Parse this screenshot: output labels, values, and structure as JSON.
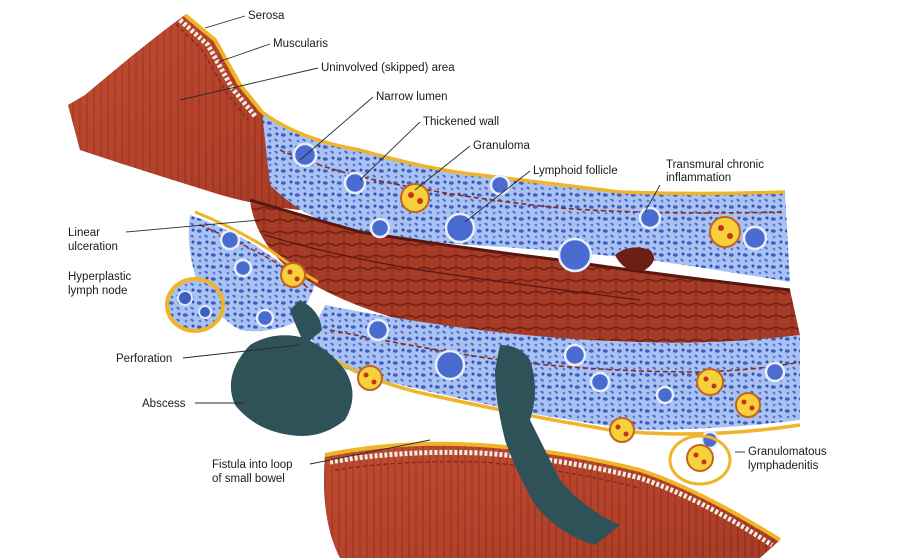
{
  "diagram": {
    "labels": {
      "serosa": "Serosa",
      "muscularis": "Muscularis",
      "uninvolved": "Uninvolved (skipped) area",
      "narrow_lumen": "Narrow lumen",
      "thickened_wall": "Thickened wall",
      "granuloma": "Granuloma",
      "lymphoid_follicle": "Lymphoid follicle",
      "transmural_1": "Transmural chronic",
      "transmural_2": "inflammation",
      "linear_ulceration_1": "Linear",
      "linear_ulceration_2": "ulceration",
      "hyperplastic_1": "Hyperplastic",
      "hyperplastic_2": "lymph node",
      "perforation": "Perforation",
      "abscess": "Abscess",
      "fistula_1": "Fistula into loop",
      "fistula_2": "of small bowel",
      "granulomatous_1": "Granulomatous",
      "granulomatous_2": "lymphadenitis"
    },
    "colors": {
      "mucosa_red": "#b8452c",
      "mucosa_dark": "#7a2418",
      "wall_blue": "#3d5fc4",
      "wall_light": "#9db8ee",
      "serosa_yellow": "#f0b428",
      "granuloma_yellow": "#f5d23c",
      "abscess_teal": "#2f5258"
    }
  }
}
